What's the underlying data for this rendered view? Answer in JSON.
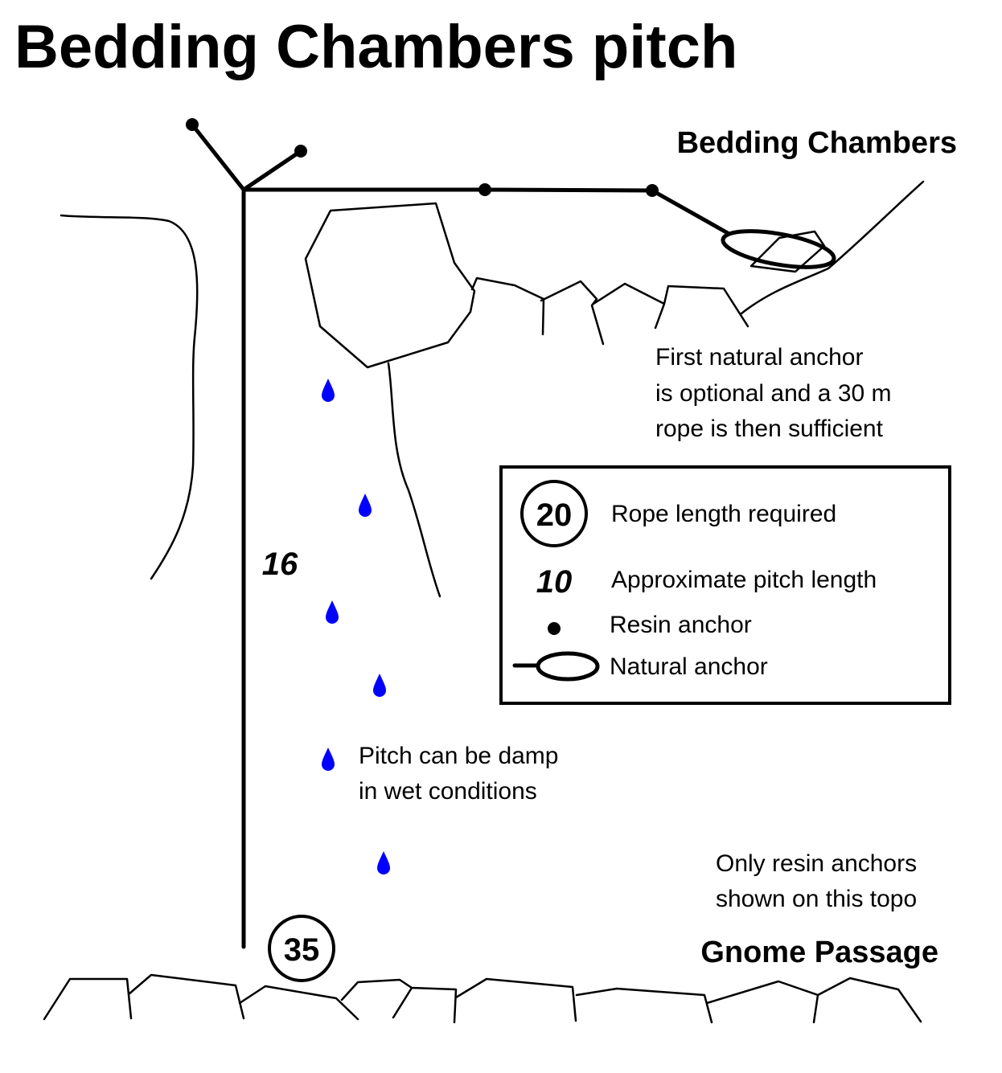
{
  "title": "Bedding Chambers pitch",
  "locations": {
    "top": "Bedding Chambers",
    "bottom": "Gnome Passage"
  },
  "pitch": {
    "length": "16",
    "rope_required": "35"
  },
  "notes": {
    "natural_anchor": [
      "First natural anchor",
      "is optional and a 30 m",
      "rope is then sufficient"
    ],
    "damp": [
      "Pitch can be damp",
      "in wet conditions"
    ],
    "resin_only": [
      "Only resin anchors",
      "shown on this topo"
    ]
  },
  "legend": {
    "rope_example": "20",
    "rope_label": "Rope length required",
    "pitch_example": "10",
    "pitch_label": "Approximate pitch length",
    "resin_label": "Resin anchor",
    "natural_label": "Natural anchor"
  },
  "colors": {
    "line": "#000000",
    "water": "#0000ff"
  }
}
